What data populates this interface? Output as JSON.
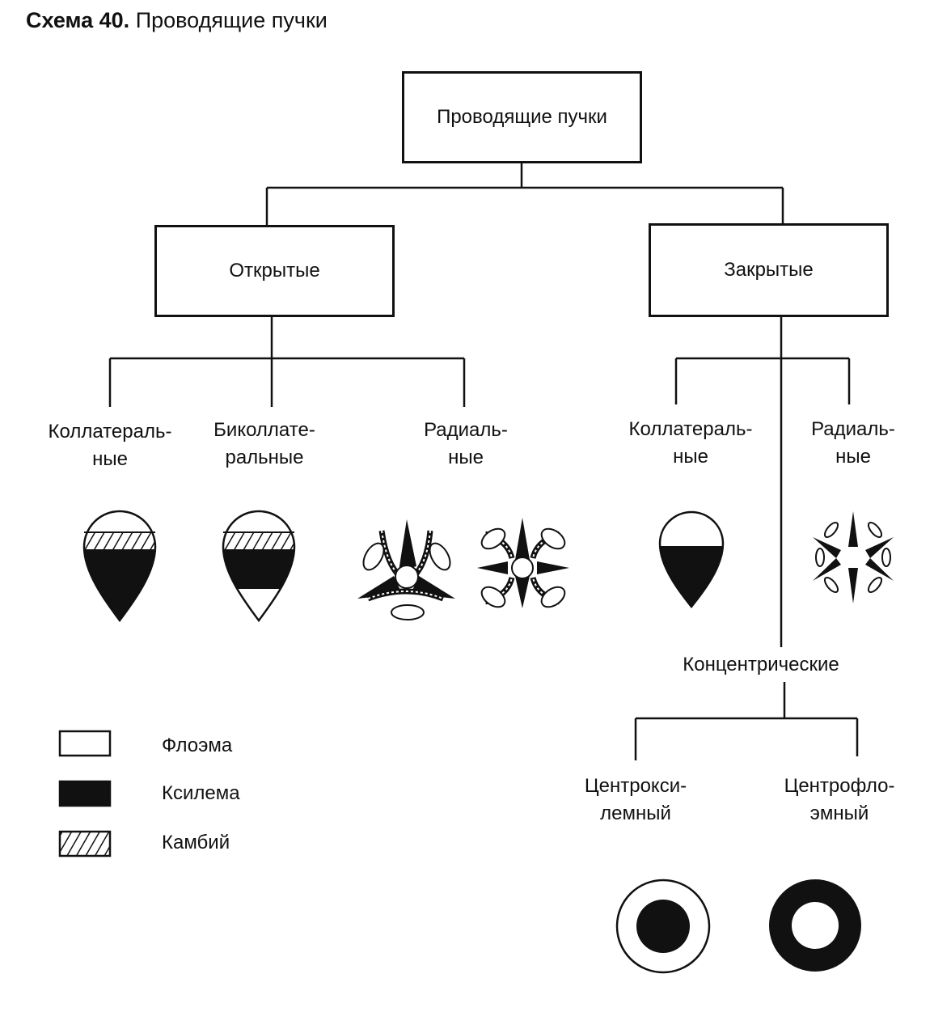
{
  "title": {
    "prefix": "Схема 40.",
    "text": "Проводящие пучки"
  },
  "nodes": {
    "root": "Проводящие пучки",
    "open": "Открытые",
    "closed": "Закрытые",
    "open_collateral": [
      "Коллатераль-",
      "ные"
    ],
    "bicollateral": [
      "Биколлате-",
      "ральные"
    ],
    "open_radial": [
      "Радиаль-",
      "ные"
    ],
    "closed_collateral": [
      "Коллатераль-",
      "ные"
    ],
    "closed_radial": [
      "Радиаль-",
      "ные"
    ],
    "concentric": "Концентрические",
    "centroxylem": [
      "Центрокси-",
      "лемный"
    ],
    "centrophloem": [
      "Центрофло-",
      "эмный"
    ]
  },
  "legend": [
    {
      "label": "Флоэма",
      "pattern": "white"
    },
    {
      "label": "Ксилема",
      "pattern": "black"
    },
    {
      "label": "Камбий",
      "pattern": "hatched"
    }
  ],
  "colors": {
    "ink": "#111111",
    "paper": "#ffffff"
  }
}
